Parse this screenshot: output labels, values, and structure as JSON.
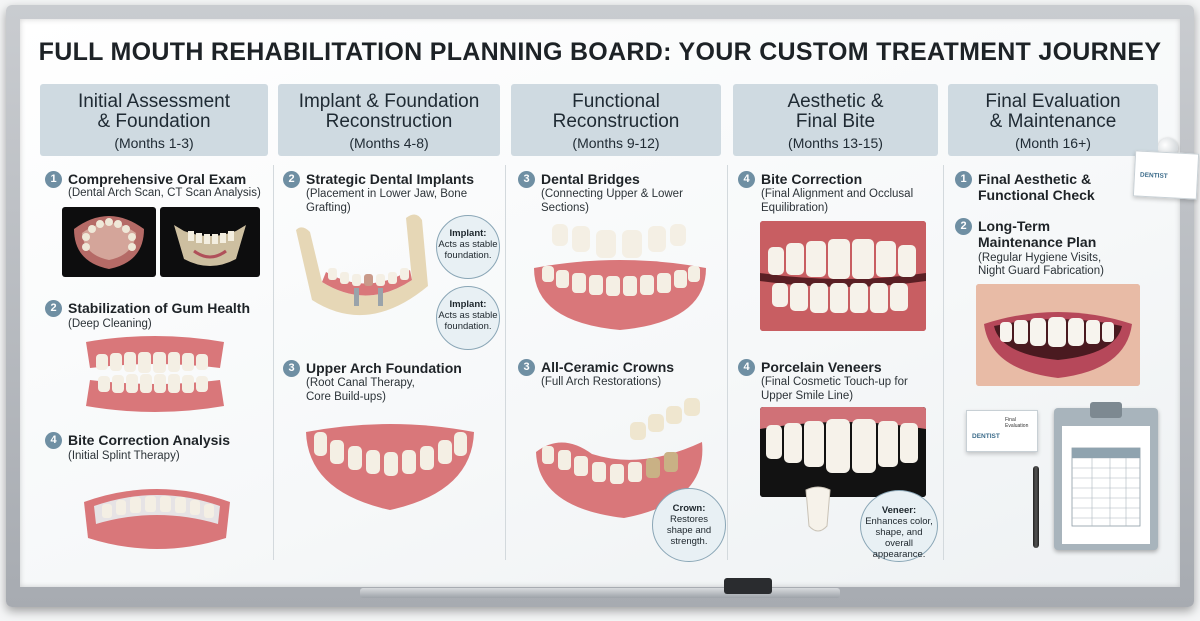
{
  "title": "FULL MOUTH REHABILITATION PLANNING BOARD: YOUR CUSTOM TREATMENT JOURNEY",
  "columns": [
    {
      "heading_line1": "Initial Assessment",
      "heading_line2": "& Foundation",
      "period": "(Months 1-3)"
    },
    {
      "heading_line1": "Implant & Foundation",
      "heading_line2": "Reconstruction",
      "period": "(Months 4-8)"
    },
    {
      "heading_line1": "Functional",
      "heading_line2": "Reconstruction",
      "period": "(Months 9-12)"
    },
    {
      "heading_line1": "Aesthetic &",
      "heading_line2": "Final Bite",
      "period": "(Months 13-15)"
    },
    {
      "heading_line1": "Final Evaluation",
      "heading_line2": "& Maintenance",
      "period": "(Month 16+)"
    }
  ],
  "steps": {
    "c1s1": {
      "num": "1",
      "title": "Comprehensive Oral Exam",
      "desc": "(Dental Arch Scan, CT Scan Analysis)"
    },
    "c1s2": {
      "num": "2",
      "title": "Stabilization of Gum Health",
      "desc": "(Deep Cleaning)"
    },
    "c1s4": {
      "num": "4",
      "title": "Bite Correction Analysis",
      "desc": "(Initial Splint Therapy)"
    },
    "c2s2": {
      "num": "2",
      "title": "Strategic Dental Implants",
      "desc_line1": "(Placement in Lower Jaw, Bone",
      "desc_line2": "Grafting)"
    },
    "c2s3": {
      "num": "3",
      "title": "Upper Arch Foundation",
      "desc_line1": "(Root Canal Therapy,",
      "desc_line2": "Core Build-ups)"
    },
    "c3s3a": {
      "num": "3",
      "title": "Dental Bridges",
      "desc_line1": "(Connecting Upper & Lower",
      "desc_line2": "Sections)"
    },
    "c3s3b": {
      "num": "3",
      "title": "All-Ceramic Crowns",
      "desc": "(Full Arch Restorations)"
    },
    "c4s4a": {
      "num": "4",
      "title": "Bite Correction",
      "desc_line1": "(Final Alignment and Occlusal",
      "desc_line2": "Equilibration)"
    },
    "c4s4b": {
      "num": "4",
      "title": "Porcelain Veneers",
      "desc_line1": "(Final Cosmetic Touch-up for",
      "desc_line2": "Upper Smile Line)"
    },
    "c5s1": {
      "num": "1",
      "title_line1": "Final Aesthetic &",
      "title_line2": "Functional Check"
    },
    "c5s2": {
      "num": "2",
      "title_line1": "Long-Term",
      "title_line2": "Maintenance Plan",
      "desc_line1": "(Regular Hygiene Visits,",
      "desc_line2": "Night Guard Fabrication)"
    }
  },
  "callouts": {
    "implant1": {
      "label": "Implant:",
      "line1": "Acts as stable",
      "line2": "foundation."
    },
    "implant2": {
      "label": "Implant:",
      "line1": "Acts as stable",
      "line2": "foundation."
    },
    "crown": {
      "label": "Crown:",
      "line1": "Restores",
      "line2": "shape and",
      "line3": "strength."
    },
    "veneer": {
      "label": "Veneer:",
      "line1": "Enhances color,",
      "line2": "shape, and overall",
      "line3": "appearance."
    }
  },
  "cards": {
    "top_card_brand": "DENTIST",
    "bottom_card_brand": "DENTIST",
    "bottom_card_title": "Final Evaluation"
  },
  "colors": {
    "header_bg": "#cfdae1",
    "step_badge": "#6f8fa3",
    "gum": "#d9777a",
    "tooth": "#f4efe4"
  }
}
